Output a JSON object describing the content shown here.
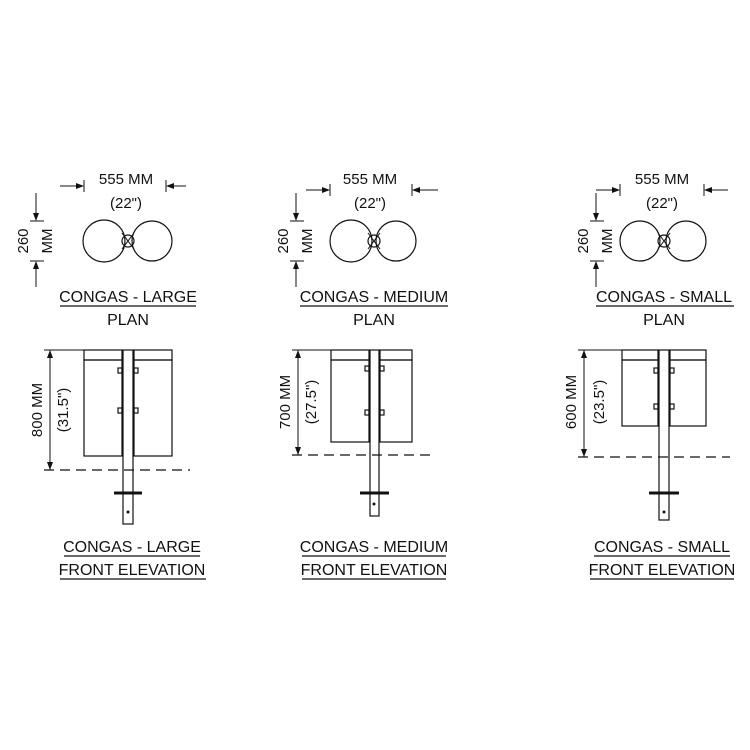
{
  "drawings": [
    {
      "plan_width": "555 MM",
      "plan_width_in": "(22\")",
      "plan_depth_num": "260",
      "plan_depth_unit": "MM",
      "plan_caption": "CONGAS - LARGE",
      "plan_subcaption": "PLAN",
      "height_mm": "800 MM",
      "height_in": "(31.5\")",
      "elev_caption": "CONGAS - LARGE",
      "elev_subcaption": "FRONT ELEVATION"
    },
    {
      "plan_width": "555 MM",
      "plan_width_in": "(22\")",
      "plan_depth_num": "260",
      "plan_depth_unit": "MM",
      "plan_caption": "CONGAS - MEDIUM",
      "plan_subcaption": "PLAN",
      "height_mm": "700 MM",
      "height_in": "(27.5\")",
      "elev_caption": "CONGAS - MEDIUM",
      "elev_subcaption": "FRONT ELEVATION"
    },
    {
      "plan_width": "555 MM",
      "plan_width_in": "(22\")",
      "plan_depth_num": "260",
      "plan_depth_unit": "MM",
      "plan_caption": "CONGAS - SMALL",
      "plan_subcaption": "PLAN",
      "height_mm": "600 MM",
      "height_in": "(23.5\")",
      "elev_caption": "CONGAS - SMALL",
      "elev_subcaption": "FRONT ELEVATION"
    }
  ]
}
